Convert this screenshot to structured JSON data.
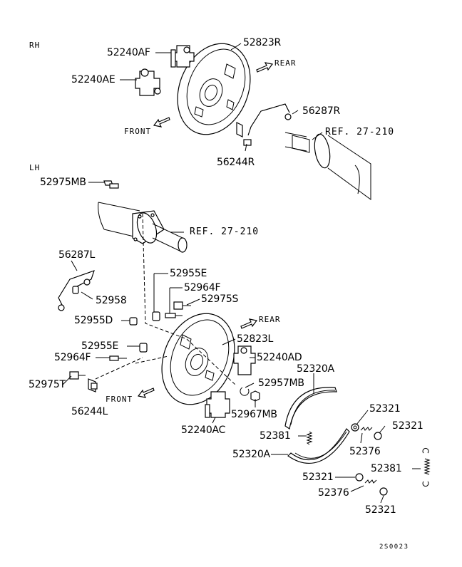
{
  "section_labels": {
    "rh": "RH",
    "lh": "LH"
  },
  "directions": {
    "rear": "REAR",
    "front": "FRONT"
  },
  "references": {
    "ref_rh": "REF. 27-210",
    "ref_lh": "REF. 27-210"
  },
  "parts": {
    "p52240AF": "52240AF",
    "p52823R": "52823R",
    "p52240AE": "52240AE",
    "p56287R": "56287R",
    "p56244R": "56244R",
    "p52975MB": "52975MB",
    "p56287L": "56287L",
    "p52958": "52958",
    "p52955E_1": "52955E",
    "p52964F_1": "52964F",
    "p52975S": "52975S",
    "p52955D": "52955D",
    "p52823L": "52823L",
    "p52955E_2": "52955E",
    "p52240AD": "52240AD",
    "p52964F_2": "52964F",
    "p52320A_1": "52320A",
    "p52975T": "52975T",
    "p52957MB": "52957MB",
    "p56244L": "56244L",
    "p52967MB": "52967MB",
    "p52321_1": "52321",
    "p52321_2": "52321",
    "p52240AC": "52240AC",
    "p52381_1": "52381",
    "p52376_1": "52376",
    "p52320A_2": "52320A",
    "p52381_2": "52381",
    "p52321_3": "52321",
    "p52376_2": "52376",
    "p52321_4": "52321"
  },
  "diagram_code": "2S0023"
}
